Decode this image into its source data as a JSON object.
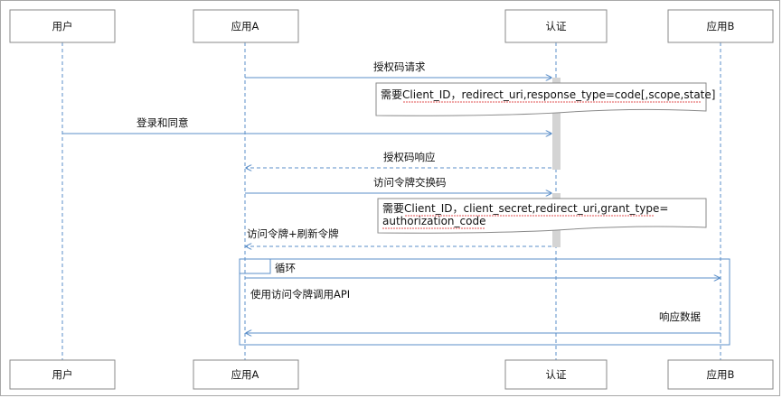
{
  "participants": [
    {
      "id": "user",
      "label": "用户"
    },
    {
      "id": "appA",
      "label": "应用A"
    },
    {
      "id": "auth",
      "label": "认证"
    },
    {
      "id": "appB",
      "label": "应用B"
    }
  ],
  "messages": [
    {
      "id": "msg-auth-code-request",
      "label": "授权码请求",
      "from": "appA",
      "to": "auth",
      "style": "solid"
    },
    {
      "id": "msg-login-consent",
      "label": "登录和同意",
      "from": "user",
      "to": "auth",
      "style": "solid"
    },
    {
      "id": "msg-auth-code-response",
      "label": "授权码响应",
      "from": "auth",
      "to": "appA",
      "style": "dashed"
    },
    {
      "id": "msg-token-exchange",
      "label": "访问令牌交换码",
      "from": "appA",
      "to": "auth",
      "style": "solid"
    },
    {
      "id": "msg-tokens-response",
      "label": "访问令牌+刷新令牌",
      "from": "auth",
      "to": "appA",
      "style": "dashed"
    },
    {
      "id": "msg-call-api",
      "label": "使用访问令牌调用API",
      "from": "appA",
      "to": "appB",
      "style": "solid"
    },
    {
      "id": "msg-response-data",
      "label": "响应数据",
      "from": "appB",
      "to": "appA",
      "style": "solid"
    }
  ],
  "notes": [
    {
      "id": "note-auth-params",
      "lines": [
        "需要Client_ID，redirect_uri,response_type=code[,scope,state]"
      ]
    },
    {
      "id": "note-token-params",
      "lines": [
        "需要Client_ID，client_secret,redirect_uri,grant_type=",
        "authorization_code"
      ]
    }
  ],
  "loop": {
    "label": "循环"
  },
  "colors": {
    "line": "#5b8fc9",
    "box_border": "#8a8a8a",
    "activation": "#d4d4d4",
    "underline": "#e05050"
  }
}
